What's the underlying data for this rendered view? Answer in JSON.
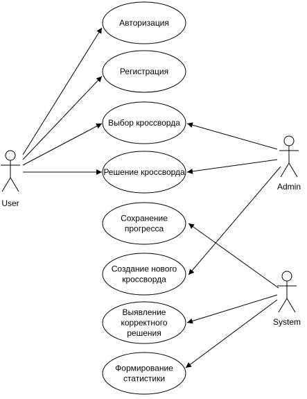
{
  "actors": {
    "user": "User",
    "admin": "Admin",
    "system": "System"
  },
  "use_cases": {
    "auth": [
      "Авторизация"
    ],
    "register": [
      "Регистрация"
    ],
    "choose": [
      "Выбор кроссворда"
    ],
    "solve": [
      "Решение кроссворда"
    ],
    "save": [
      "Сохранение",
      "прогресса"
    ],
    "create": [
      "Создание нового",
      "кроссворда"
    ],
    "detect": [
      "Выявление",
      "корректного",
      "решения"
    ],
    "stats": [
      "Формирование",
      "статистики"
    ]
  },
  "colors": {
    "stroke": "#000000",
    "fill": "#ffffff"
  }
}
